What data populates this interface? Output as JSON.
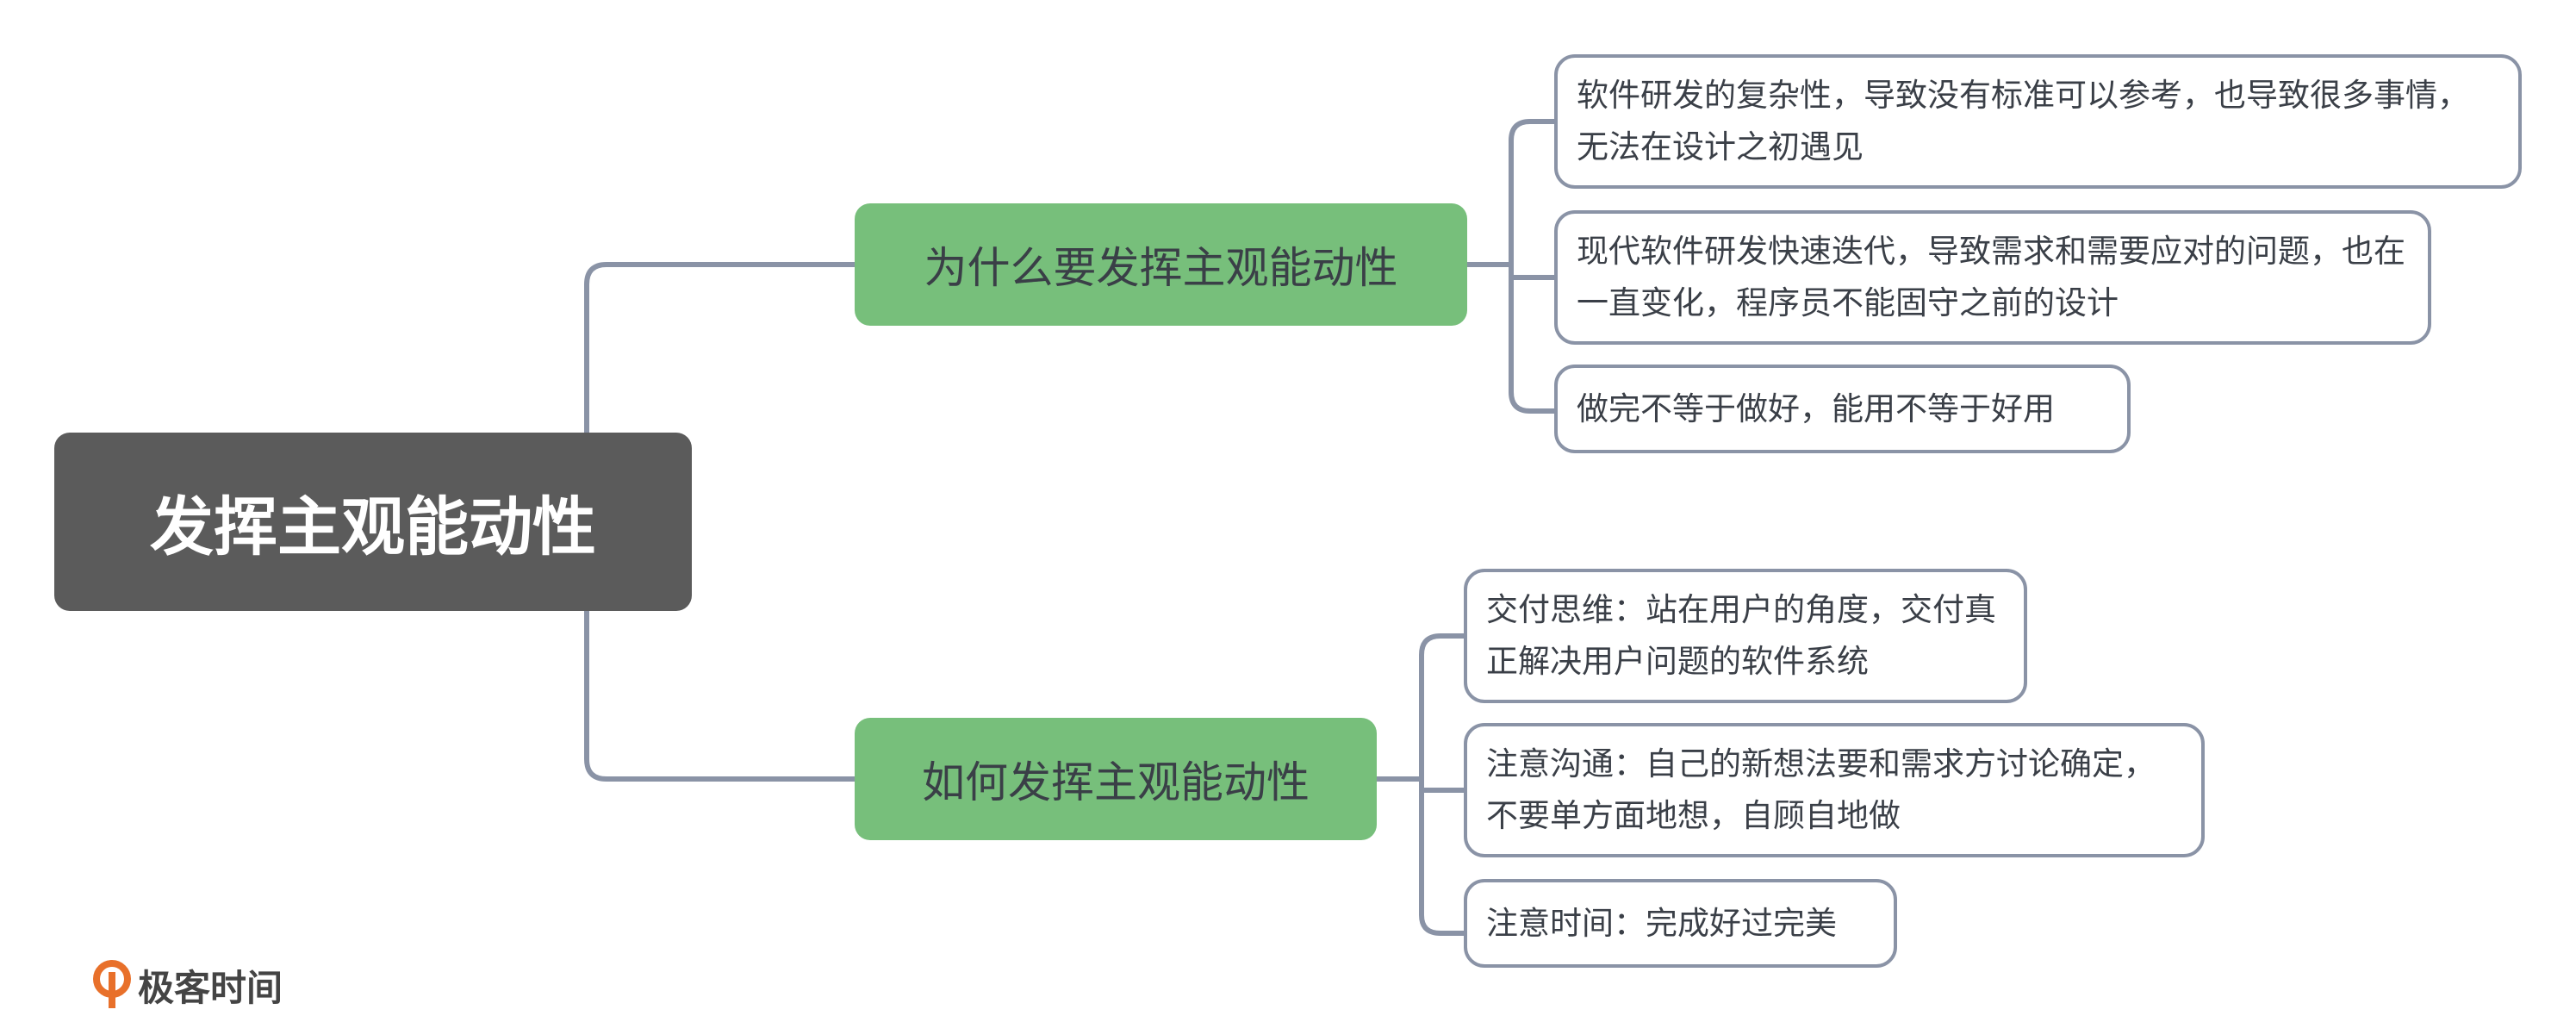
{
  "root": {
    "label": "发挥主观能动性"
  },
  "branches": [
    {
      "label": "为什么要发挥主观能动性",
      "children": [
        "软件研发的复杂性，导致没有标准可以参考，也导致很多事情，无法在设计之初遇见",
        "现代软件研发快速迭代，导致需求和需要应对的问题，也在一直变化，程序员不能固守之前的设计",
        "做完不等于做好，能用不等于好用"
      ]
    },
    {
      "label": "如何发挥主观能动性",
      "children": [
        "交付思维：站在用户的角度，交付真正解决用户问题的软件系统",
        "注意沟通：自己的新想法要和需求方讨论确定，不要单方面地想，自顾自地做",
        "注意时间：完成好过完美"
      ]
    }
  ],
  "logo": {
    "text": "极客时间"
  },
  "colors": {
    "root": "#5b5b5b",
    "branch": "#77bf7b",
    "line": "#8a93a6",
    "logo": "#e8702a"
  }
}
